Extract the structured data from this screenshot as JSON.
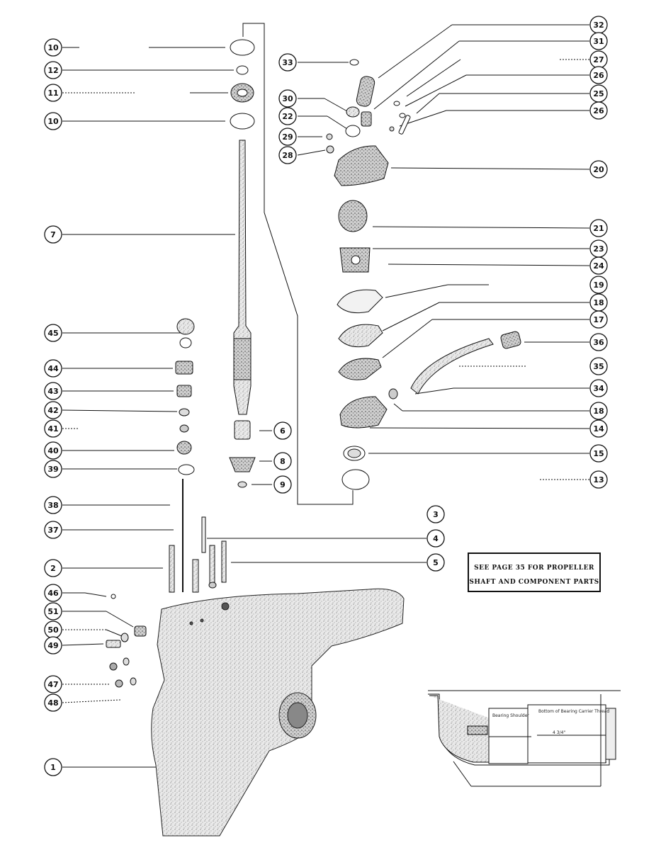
{
  "callouts": [
    {
      "n": "10"
    },
    {
      "n": "12"
    },
    {
      "n": "11"
    },
    {
      "n": "10"
    },
    {
      "n": "7"
    },
    {
      "n": "45"
    },
    {
      "n": "44"
    },
    {
      "n": "43"
    },
    {
      "n": "42"
    },
    {
      "n": "41"
    },
    {
      "n": "40"
    },
    {
      "n": "39"
    },
    {
      "n": "38"
    },
    {
      "n": "37"
    },
    {
      "n": "2"
    },
    {
      "n": "46"
    },
    {
      "n": "51"
    },
    {
      "n": "50"
    },
    {
      "n": "49"
    },
    {
      "n": "47"
    },
    {
      "n": "48"
    },
    {
      "n": "1"
    },
    {
      "n": "33"
    },
    {
      "n": "30"
    },
    {
      "n": "22"
    },
    {
      "n": "29"
    },
    {
      "n": "28"
    },
    {
      "n": "6"
    },
    {
      "n": "8"
    },
    {
      "n": "9"
    },
    {
      "n": "32"
    },
    {
      "n": "31"
    },
    {
      "n": "27"
    },
    {
      "n": "26"
    },
    {
      "n": "25"
    },
    {
      "n": "26"
    },
    {
      "n": "20"
    },
    {
      "n": "21"
    },
    {
      "n": "23"
    },
    {
      "n": "24"
    },
    {
      "n": "19"
    },
    {
      "n": "18"
    },
    {
      "n": "17"
    },
    {
      "n": "36"
    },
    {
      "n": "35"
    },
    {
      "n": "34"
    },
    {
      "n": "18"
    },
    {
      "n": "14"
    },
    {
      "n": "15"
    },
    {
      "n": "13"
    },
    {
      "n": "3"
    },
    {
      "n": "4"
    },
    {
      "n": "5"
    }
  ],
  "note": {
    "line1": "SEE PAGE 35 FOR PROPELLER",
    "line2": "SHAFT AND COMPONENT PARTS"
  },
  "inset": {
    "label_left": "Bearing Shoulder",
    "label_right": "Bottom of Bearing Carrier Thread",
    "dimension": "4 3/4\""
  }
}
